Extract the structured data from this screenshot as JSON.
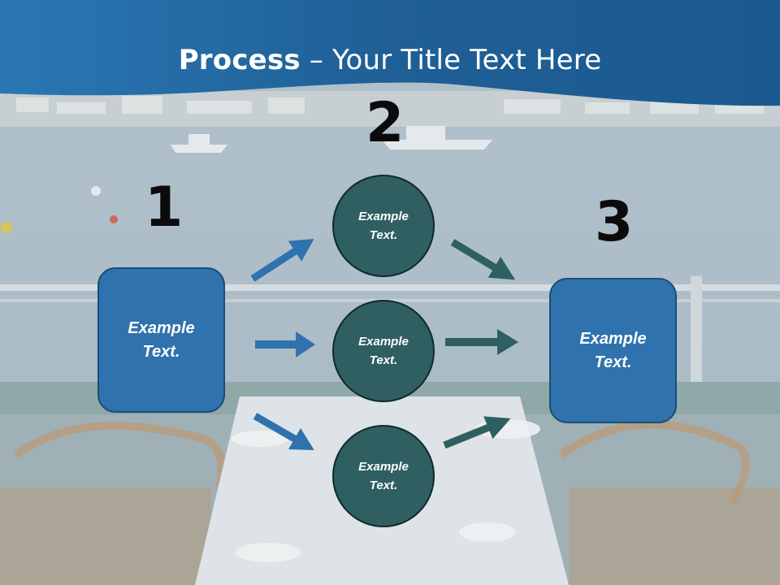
{
  "slide": {
    "title_bold": "Process",
    "title_rest": " – Your Title Text Here",
    "steps": [
      "1",
      "2",
      "3"
    ],
    "left_box": {
      "line1": "Example",
      "line2": "Text."
    },
    "right_box": {
      "line1": "Example",
      "line2": "Text."
    },
    "circles": [
      {
        "line1": "Example",
        "line2": "Text."
      },
      {
        "line1": "Example",
        "line2": "Text."
      },
      {
        "line1": "Example",
        "line2": "Text."
      }
    ]
  },
  "colors": {
    "header_blue": "#1f5f96",
    "box_blue": "#2f72ad",
    "circle_teal": "#2f5f60",
    "arrow_blue": "#2f72ad",
    "arrow_teal": "#2f5f60"
  }
}
